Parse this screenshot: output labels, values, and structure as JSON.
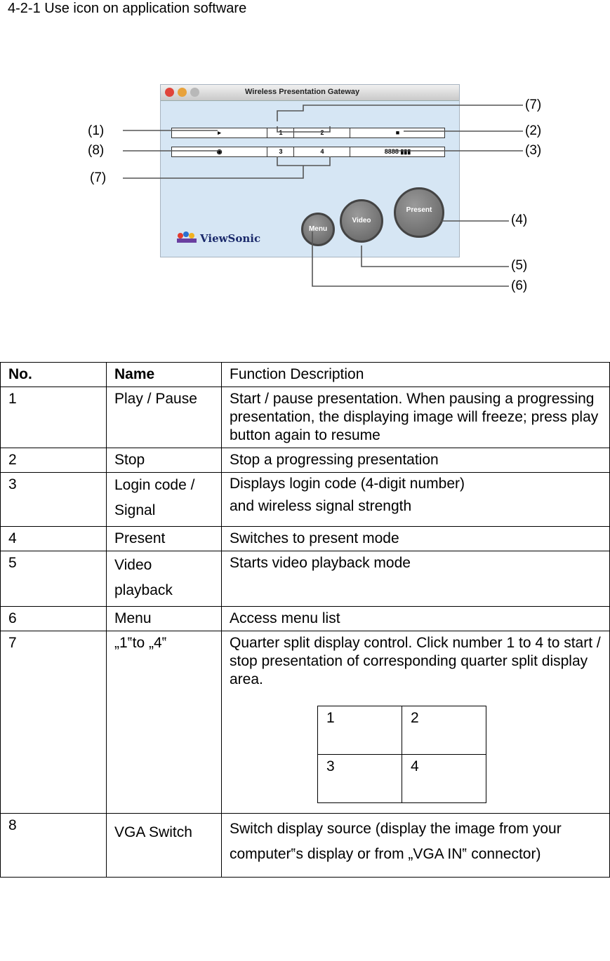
{
  "heading": "4-2-1 Use icon on application software",
  "figure": {
    "window_title": "Wireless Presentation Gateway",
    "quadrants": [
      "1",
      "2",
      "3",
      "4"
    ],
    "login_code": "8888",
    "buttons": {
      "menu": "Menu",
      "video": "Video",
      "present": "Present"
    },
    "brand": "ViewSonic",
    "callouts": [
      "(1)",
      "(2)",
      "(3)",
      "(4)",
      "(5)",
      "(6)",
      "(7)",
      "(7)",
      "(8)"
    ]
  },
  "table": {
    "headers": {
      "no": "No.",
      "name": "Name",
      "desc": "Function Description"
    },
    "rows": [
      {
        "no": "1",
        "name": "Play / Pause",
        "desc": "Start / pause presentation. When pausing a progressing presentation, the displaying image will freeze; press play button again to resume"
      },
      {
        "no": "2",
        "name": "Stop",
        "desc": "Stop a progressing presentation"
      },
      {
        "no": "3",
        "name_line1": "Login code /",
        "name_line2": "Signal",
        "desc_line1": "Displays login code (4-digit number)",
        "desc_line2": "and wireless signal strength"
      },
      {
        "no": "4",
        "name": "Present",
        "desc": "Switches to present mode"
      },
      {
        "no": "5",
        "name_line1": "Video",
        "name_line2": "playback",
        "desc": "Starts video playback mode"
      },
      {
        "no": "6",
        "name": "Menu",
        "desc": "Access menu list"
      },
      {
        "no": "7",
        "name": "„1‟to „4‟",
        "desc": "Quarter split display control. Click number 1 to 4 to start / stop presentation of corresponding quarter split display area.",
        "grid": [
          "1",
          "2",
          "3",
          "4"
        ]
      },
      {
        "no": "8",
        "name": "VGA Switch",
        "desc": "Switch display source (display the image from your computer‟s display or from „VGA IN‟ connector)"
      }
    ]
  }
}
